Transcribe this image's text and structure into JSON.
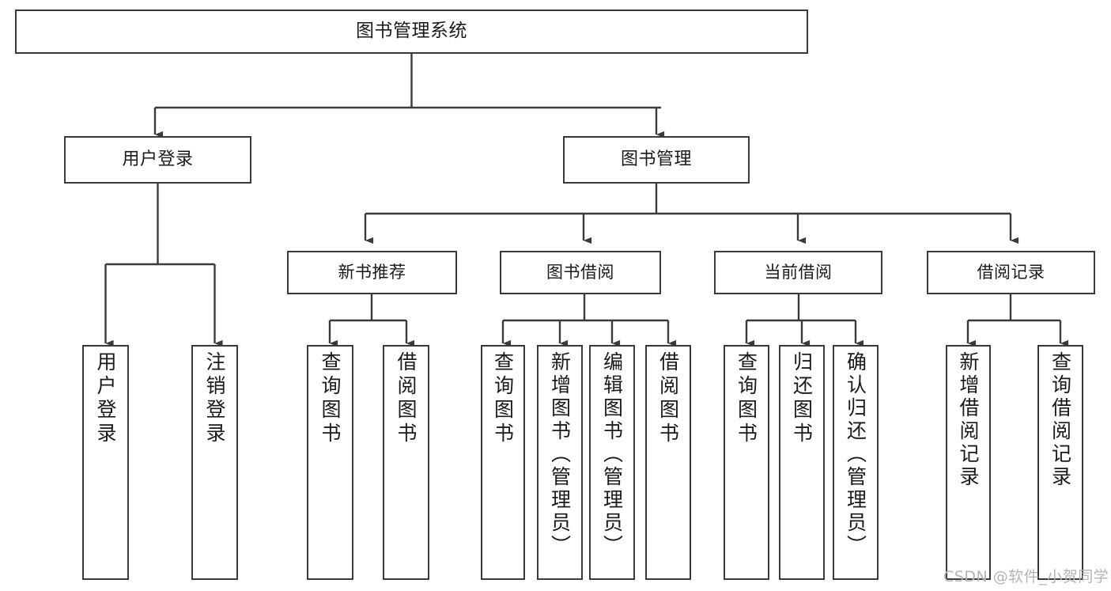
{
  "diagram": {
    "type": "tree",
    "title": "图书管理系统",
    "root": {
      "label": "图书管理系统"
    },
    "level1": [
      {
        "label": "用户登录"
      },
      {
        "label": "图书管理"
      }
    ],
    "level2": [
      {
        "label": "新书推荐"
      },
      {
        "label": "图书借阅"
      },
      {
        "label": "当前借阅"
      },
      {
        "label": "借阅记录"
      }
    ],
    "leaves": {
      "user_login": [
        {
          "label": "用户登录"
        },
        {
          "label": "注销登录"
        }
      ],
      "new_book_recommend": [
        {
          "label": "查询图书"
        },
        {
          "label": "借阅图书"
        }
      ],
      "book_borrow": [
        {
          "label": "查询图书"
        },
        {
          "label": "新增图书（管理员）"
        },
        {
          "label": "编辑图书（管理员）"
        },
        {
          "label": "借阅图书"
        }
      ],
      "current_borrow": [
        {
          "label": "查询图书"
        },
        {
          "label": "归还图书"
        },
        {
          "label": "确认归还（管理员）"
        }
      ],
      "borrow_record": [
        {
          "label": "新增借阅记录"
        },
        {
          "label": "查询借阅记录"
        }
      ]
    }
  },
  "watermark": {
    "text": "CSDN @软件_小贺同学"
  },
  "colors": {
    "stroke": "#3a3a3a",
    "background": "#ffffff",
    "text": "#1a1a1a",
    "watermark": "#b4b4b4"
  }
}
